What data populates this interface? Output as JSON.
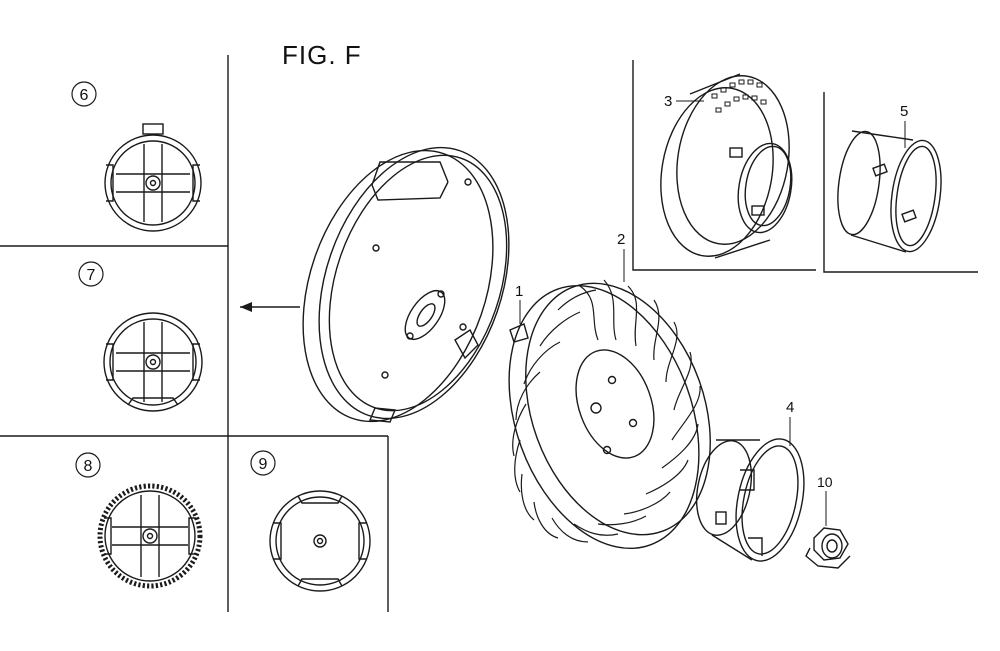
{
  "figure": {
    "title": "FIG. F"
  },
  "callouts": {
    "c1": "1",
    "c2": "2",
    "c3": "3",
    "c4": "4",
    "c5": "5",
    "c6": "6",
    "c7": "7",
    "c8": "8",
    "c9": "9",
    "c10": "10"
  },
  "colors": {
    "line": "#1a1a1a",
    "paper": "#ffffff"
  }
}
